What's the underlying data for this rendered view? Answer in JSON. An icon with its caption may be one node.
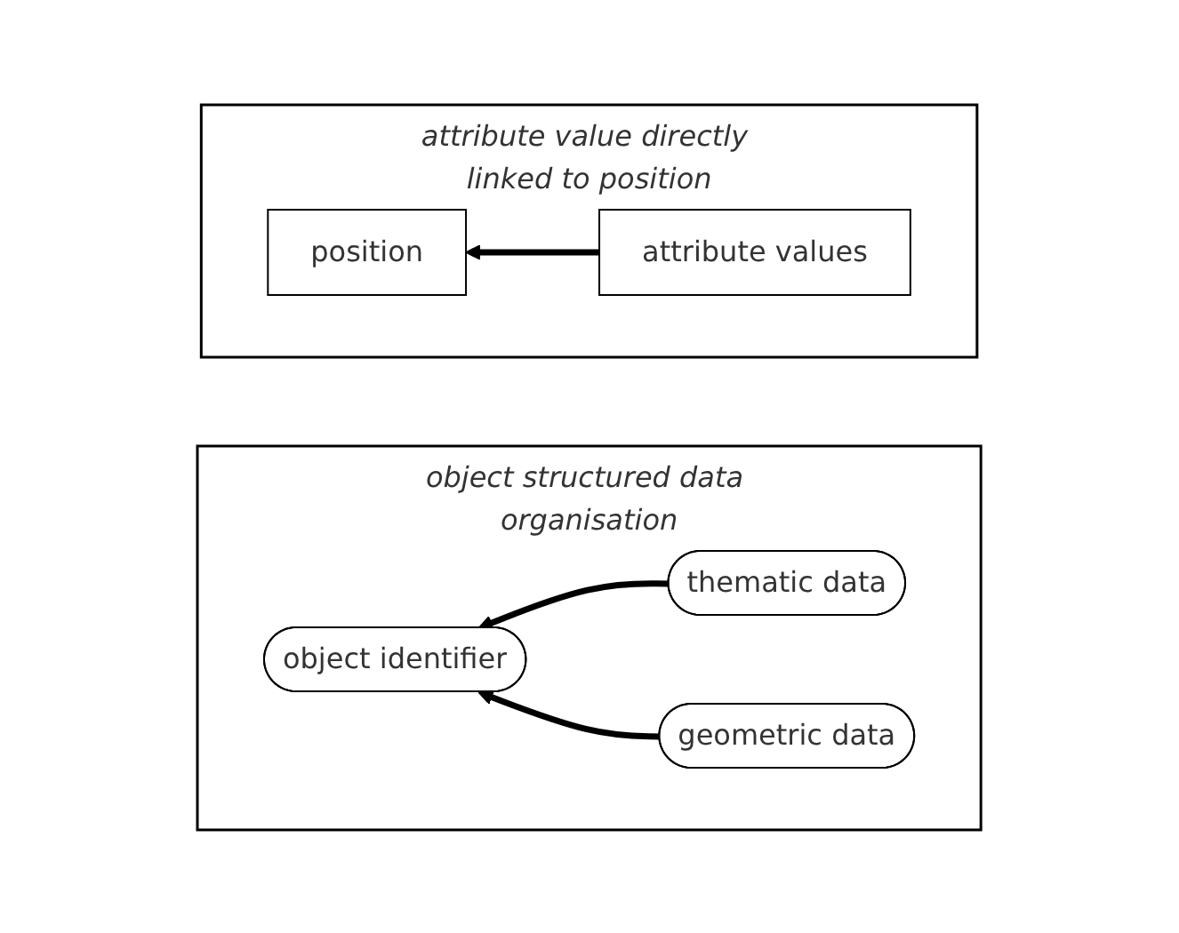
{
  "diagram": {
    "nodes": [
      {
        "text": [
          "attribute value directly linked to position"
        ]
      },
      {
        "text": [
          "position"
        ],
        "in": 0
      },
      {
        "text": [
          "attribute values"
        ],
        "in": 0
      },
      {
        "text": [
          "object structured data organisation"
        ]
      },
      {
        "text": [
          "object identifier"
        ],
        "in": 3
      },
      {
        "text": [
          "thematic data"
        ],
        "in": 3
      },
      {
        "text": [
          "geometric data"
        ],
        "in": 3
      }
    ],
    "edges": [
      {
        "from": 2,
        "to": 1,
        "arrow": "to"
      },
      {
        "from": 5,
        "to": 4,
        "arrow": "to"
      },
      {
        "from": 6,
        "to": 4,
        "arrow": "to"
      }
    ]
  }
}
